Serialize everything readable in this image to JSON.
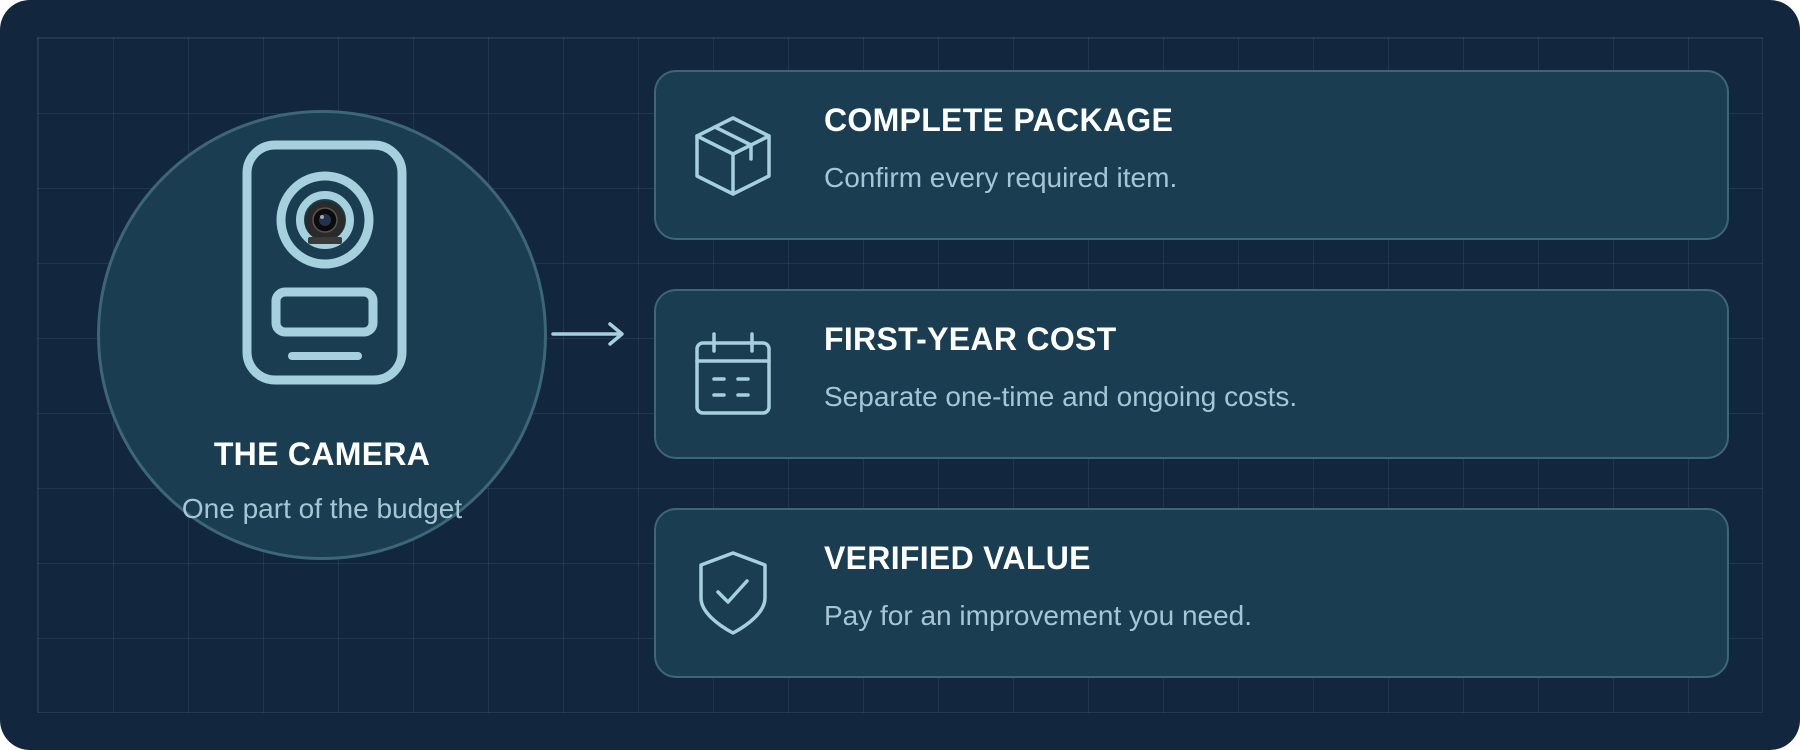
{
  "hero": {
    "title": "THE CAMERA",
    "subtitle": "One part of the budget",
    "icon": "doorbell-camera-icon"
  },
  "cards": [
    {
      "title": "COMPLETE PACKAGE",
      "description": "Confirm every required item.",
      "icon": "box-icon"
    },
    {
      "title": "FIRST-YEAR COST",
      "description": "Separate one-time and ongoing costs.",
      "icon": "calendar-icon"
    },
    {
      "title": "VERIFIED VALUE",
      "description": "Pay for an improvement you need.",
      "icon": "shield-check-icon"
    }
  ],
  "colors": {
    "background": "#12263d",
    "panel": "#1a3d52",
    "border": "#3d6678",
    "accent": "#a6d0de",
    "text": "#ffffff",
    "muted": "#a6c6d6"
  }
}
